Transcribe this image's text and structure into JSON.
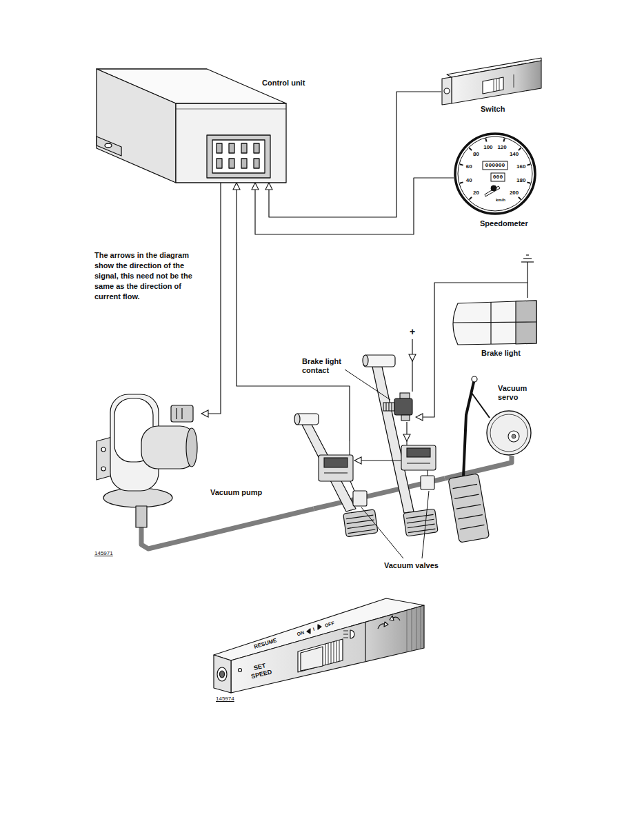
{
  "diagram": {
    "nodes": [
      {
        "text": [
          "Control unit"
        ]
      },
      {
        "text": [
          "Switch"
        ]
      },
      {
        "text": [
          "Speedometer"
        ]
      },
      {
        "text": [
          "Brake light"
        ]
      },
      {
        "text": [
          "Brake light contact"
        ]
      },
      {
        "text": [
          "Vacuum servo"
        ]
      },
      {
        "text": [
          "Vacuum pump"
        ]
      },
      {
        "text": [
          "Vacuum valves"
        ]
      }
    ],
    "edges": [
      {
        "from": 1,
        "to": 0,
        "arrow": "to"
      },
      {
        "from": 2,
        "to": 0,
        "arrow": "to"
      },
      {
        "from": 0,
        "to": 6,
        "arrow": "to"
      },
      {
        "from": 3,
        "to": 4,
        "arrow": "to"
      },
      {
        "from": 4,
        "to": 7,
        "arrow": "to"
      },
      {
        "from": 7,
        "to": 0,
        "arrow": "to"
      },
      {
        "from": 6,
        "to": 7,
        "arrow": "none"
      },
      {
        "from": 7,
        "to": 5,
        "arrow": "none"
      }
    ],
    "labels": [
      "The arrows in the diagram show the direction of the signal, this need not be the same as the direction of current flow.",
      "+",
      "20",
      "40",
      "60",
      "80",
      "100",
      "120",
      "140",
      "160",
      "180",
      "200",
      "000000",
      "000",
      "km/h",
      "145971",
      "RESUME",
      "ON",
      "I",
      "OFF",
      "SET SPEED",
      "145974"
    ]
  }
}
